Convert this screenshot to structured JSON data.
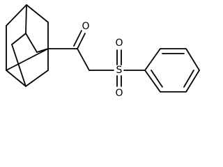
{
  "molecule": {
    "atoms": {
      "carbonyl_oxygen": "O",
      "sulfur": "S",
      "sulfonyl_oxygen_top": "O",
      "sulfonyl_oxygen_bottom": "O"
    },
    "fragments": [
      "adamantyl-cage",
      "ketone",
      "methylene",
      "sulfonyl",
      "phenyl-ring"
    ],
    "bond_color": "#000000"
  }
}
